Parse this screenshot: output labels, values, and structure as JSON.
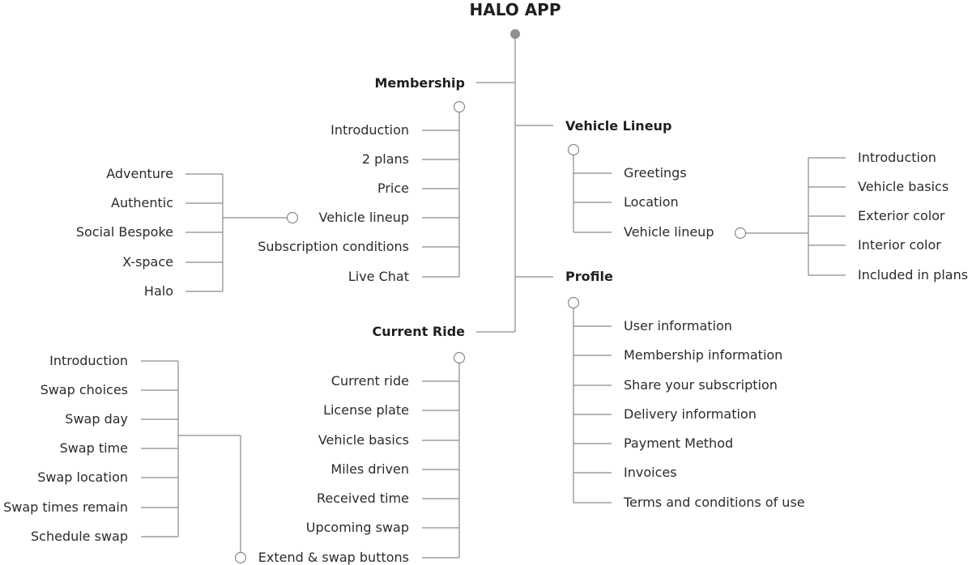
{
  "title": "HALO APP",
  "membership": {
    "label": "Membership",
    "items": [
      "Introduction",
      "2 plans",
      "Price",
      "Vehicle lineup",
      "Subscription conditions",
      "Live Chat"
    ],
    "vehicle_lineup_children": [
      "Adventure",
      "Authentic",
      "Social Bespoke",
      "X-space",
      "Halo"
    ]
  },
  "vehicle_lineup": {
    "label": "Vehicle Lineup",
    "items": [
      "Greetings",
      "Location",
      "Vehicle lineup"
    ],
    "vehicle_lineup_children": [
      "Introduction",
      "Vehicle basics",
      "Exterior color",
      "Interior color",
      "Included in plans"
    ]
  },
  "profile": {
    "label": "Profile",
    "items": [
      "User information",
      "Membership information",
      "Share your subscription",
      "Delivery information",
      "Payment Method",
      "Invoices",
      "Terms and conditions of use"
    ]
  },
  "current_ride": {
    "label": "Current Ride",
    "items": [
      "Current ride",
      "License plate",
      "Vehicle basics",
      "Miles driven",
      "Received time",
      "Upcoming swap",
      "Extend & swap buttons"
    ],
    "extend_swap_children": [
      "Introduction",
      "Swap choices",
      "Swap day",
      "Swap time",
      "Swap location",
      "Swap times remain",
      "Schedule swap"
    ]
  },
  "colors": {
    "line": "#8a8a8a",
    "text": "#2b2b2b",
    "root_dot": "#8f8f8f"
  }
}
